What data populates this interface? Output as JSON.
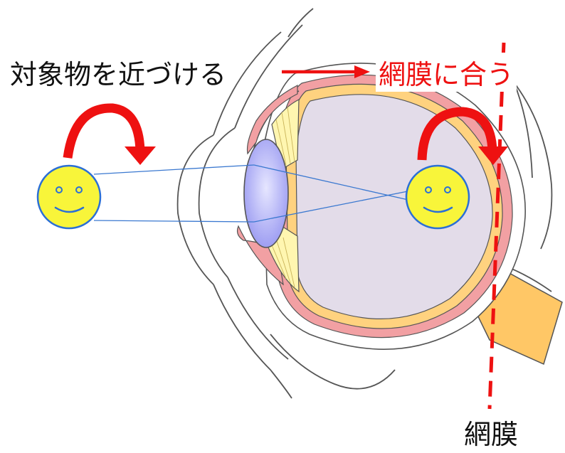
{
  "labels": {
    "move_object_closer": "対象物を近づける",
    "focus_on_retina": "網膜に合う",
    "retina": "網膜"
  },
  "colors": {
    "accent_red": "#ee1111",
    "sclera_outline": "#555555",
    "eyeball_fill": "#e3dce9",
    "choroid_pink": "#f2a0a3",
    "retina_yellow": "#ffd27f",
    "lens_blue": "#9e9ef2",
    "ciliary_yellow": "#fff6b0",
    "optic_nerve": "#ffc766",
    "face_fill": "#f8f53a",
    "face_stroke": "#2b6fd6",
    "light_ray": "#3a78d0"
  },
  "icons": {
    "object": "smiley-face-icon",
    "curved_arrow": "curved-arrow-icon"
  }
}
